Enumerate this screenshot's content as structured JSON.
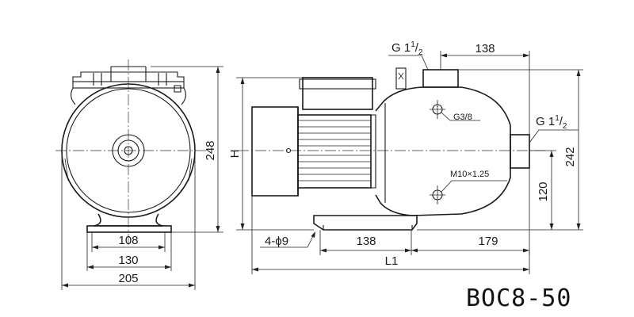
{
  "model": "BOC8-50",
  "dims": {
    "d108": "108",
    "d130": "130",
    "d205": "205",
    "d248": "248",
    "dH": "H",
    "d4phi9": "4-ϕ9",
    "d138_base": "138",
    "d179": "179",
    "dL1": "L1",
    "d138_top": "138",
    "d242": "242",
    "d120": "120",
    "g_top": "G 1",
    "g_top_sup": "1",
    "g_top_sub": "2",
    "g_side": "G 1",
    "g_side_sup": "1",
    "g_side_sub": "2",
    "g38": "G3/8",
    "m10": "M10×1.25"
  }
}
